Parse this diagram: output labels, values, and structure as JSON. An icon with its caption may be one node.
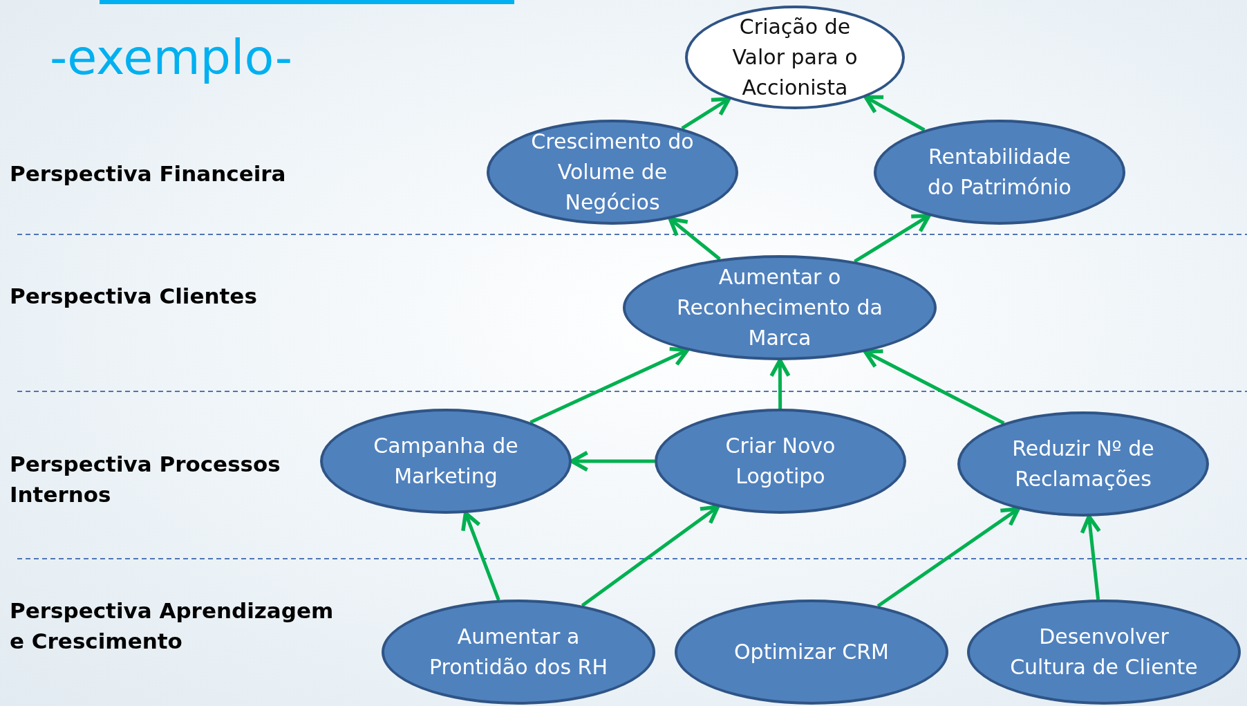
{
  "diagram": {
    "title": "-exemplo-",
    "nodes": [
      {
        "text": [
          "Criação de Valor para o Accionista"
        ]
      },
      {
        "text": [
          "Crescimento do Volume de Negócios"
        ]
      },
      {
        "text": [
          "Rentabilidade do Património"
        ]
      },
      {
        "text": [
          "Aumentar o Reconhecimento da Marca"
        ]
      },
      {
        "text": [
          "Campanha de Marketing"
        ]
      },
      {
        "text": [
          "Criar Novo Logotipo"
        ]
      },
      {
        "text": [
          "Reduzir Nº de Reclamações"
        ]
      },
      {
        "text": [
          "Aumentar a Prontidão dos RH"
        ]
      },
      {
        "text": [
          "Optimizar CRM"
        ]
      },
      {
        "text": [
          "Desenvolver Cultura de Cliente"
        ]
      }
    ],
    "edges": [
      {
        "from": 1,
        "to": 0,
        "arrow": "to"
      },
      {
        "from": 2,
        "to": 0,
        "arrow": "to"
      },
      {
        "from": 3,
        "to": 1,
        "arrow": "to"
      },
      {
        "from": 3,
        "to": 2,
        "arrow": "to"
      },
      {
        "from": 4,
        "to": 3,
        "arrow": "to"
      },
      {
        "from": 5,
        "to": 3,
        "arrow": "to"
      },
      {
        "from": 5,
        "to": 4,
        "arrow": "to"
      },
      {
        "from": 6,
        "to": 3,
        "arrow": "to"
      },
      {
        "from": 7,
        "to": 4,
        "arrow": "to"
      },
      {
        "from": 7,
        "to": 5,
        "arrow": "to"
      },
      {
        "from": 8,
        "to": 6,
        "arrow": "to"
      },
      {
        "from": 9,
        "to": 6,
        "arrow": "to"
      }
    ],
    "labels": [
      "Perspectiva Financeira",
      "Perspectiva Clientes",
      "Perspectiva Processos Internos",
      "Perspectiva Aprendizagem e Crescimento"
    ]
  }
}
